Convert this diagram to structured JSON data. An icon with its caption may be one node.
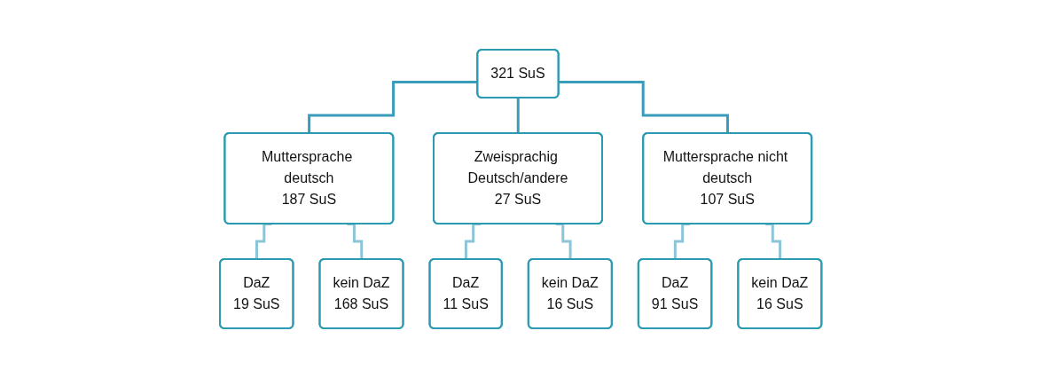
{
  "diagram": {
    "nodes": [
      {
        "text": [
          "321 SuS"
        ]
      },
      {
        "text": [
          "Muttersprache deutsch",
          "187 SuS"
        ]
      },
      {
        "text": [
          "Zweisprachig Deutsch/andere",
          "27 SuS"
        ]
      },
      {
        "text": [
          "Muttersprache nicht deutsch",
          "107 SuS"
        ]
      },
      {
        "text": [
          "DaZ",
          "19 SuS"
        ]
      },
      {
        "text": [
          "kein DaZ",
          "168 SuS"
        ]
      },
      {
        "text": [
          "DaZ",
          "11 SuS"
        ]
      },
      {
        "text": [
          "kein DaZ",
          "16 SuS"
        ]
      },
      {
        "text": [
          "DaZ",
          "91 SuS"
        ]
      },
      {
        "text": [
          "kein DaZ",
          "16 SuS"
        ]
      }
    ],
    "edges": [
      {
        "from": 0,
        "to": 1,
        "arrow": "none",
        "color": "#3a9cbb"
      },
      {
        "from": 0,
        "to": 2,
        "arrow": "none",
        "color": "#3a9cbb"
      },
      {
        "from": 0,
        "to": 3,
        "arrow": "none",
        "color": "#3a9cbb"
      },
      {
        "from": 1,
        "to": 4,
        "arrow": "none"
      },
      {
        "from": 1,
        "to": 5,
        "arrow": "none"
      },
      {
        "from": 2,
        "to": 6,
        "arrow": "none"
      },
      {
        "from": 2,
        "to": 7,
        "arrow": "none"
      },
      {
        "from": 3,
        "to": 8,
        "arrow": "none"
      },
      {
        "from": 3,
        "to": 9,
        "arrow": "none"
      }
    ]
  }
}
